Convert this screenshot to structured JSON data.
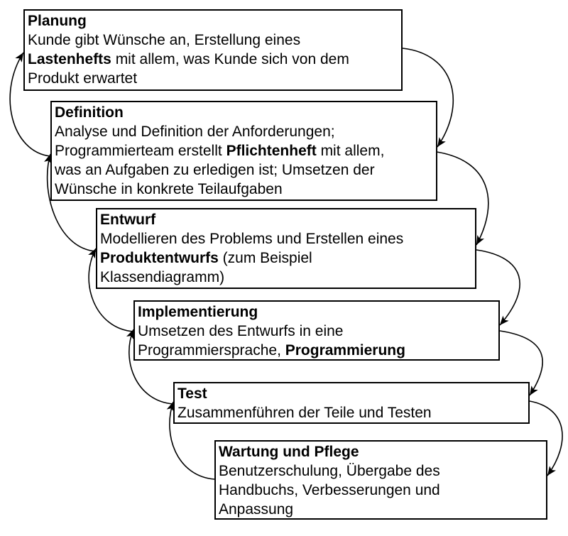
{
  "diagram": {
    "colors": {
      "background": "#ffffff",
      "box_border": "#000000",
      "text": "#000000",
      "arrow": "#000000"
    },
    "boxes": [
      {
        "id": "planung",
        "title": "Planung",
        "lines": [
          [
            {
              "text": "Kunde gibt Wünsche an, Erstellung eines",
              "bold": false
            }
          ],
          [
            {
              "text": "Lastenhefts",
              "bold": true
            },
            {
              "text": " mit allem, was Kunde sich von dem",
              "bold": false
            }
          ],
          [
            {
              "text": "Produkt erwartet",
              "bold": false
            }
          ]
        ]
      },
      {
        "id": "definition",
        "title": "Definition",
        "lines": [
          [
            {
              "text": "Analyse und Definition der Anforderungen;",
              "bold": false
            }
          ],
          [
            {
              "text": "Programmierteam erstellt ",
              "bold": false
            },
            {
              "text": "Pflichtenheft",
              "bold": true
            },
            {
              "text": " mit allem,",
              "bold": false
            }
          ],
          [
            {
              "text": "was an Aufgaben zu erledigen ist; Umsetzen der",
              "bold": false
            }
          ],
          [
            {
              "text": "Wünsche in konkrete Teilaufgaben",
              "bold": false
            }
          ]
        ]
      },
      {
        "id": "entwurf",
        "title": "Entwurf",
        "lines": [
          [
            {
              "text": "Modellieren des Problems und Erstellen eines",
              "bold": false
            }
          ],
          [
            {
              "text": "Produktentwurfs",
              "bold": true
            },
            {
              "text": " (zum Beispiel",
              "bold": false
            }
          ],
          [
            {
              "text": "Klassendiagramm)",
              "bold": false
            }
          ]
        ]
      },
      {
        "id": "implementierung",
        "title": "Implementierung",
        "lines": [
          [
            {
              "text": "Umsetzen des Entwurfs in eine",
              "bold": false
            }
          ],
          [
            {
              "text": "Programmiersprache, ",
              "bold": false
            },
            {
              "text": "Programmierung",
              "bold": true
            }
          ]
        ]
      },
      {
        "id": "test",
        "title": "Test",
        "lines": [
          [
            {
              "text": "Zusammenführen der Teile und Testen",
              "bold": false
            }
          ]
        ]
      },
      {
        "id": "wartung",
        "title": "Wartung und Pflege",
        "lines": [
          [
            {
              "text": "Benutzerschulung, Übergabe des",
              "bold": false
            }
          ],
          [
            {
              "text": "Handbuchs, Verbesserungen und",
              "bold": false
            }
          ],
          [
            {
              "text": "Anpassung",
              "bold": false
            }
          ]
        ]
      }
    ],
    "connections": [
      {
        "from": "Planung",
        "to": "Definition",
        "direction": "forward"
      },
      {
        "from": "Definition",
        "to": "Entwurf",
        "direction": "forward"
      },
      {
        "from": "Entwurf",
        "to": "Implementierung",
        "direction": "forward"
      },
      {
        "from": "Implementierung",
        "to": "Test",
        "direction": "forward"
      },
      {
        "from": "Test",
        "to": "Wartung und Pflege",
        "direction": "forward"
      },
      {
        "from": "Definition",
        "to": "Planung",
        "direction": "feedback"
      },
      {
        "from": "Entwurf",
        "to": "Definition",
        "direction": "feedback"
      },
      {
        "from": "Implementierung",
        "to": "Entwurf",
        "direction": "feedback"
      },
      {
        "from": "Test",
        "to": "Implementierung",
        "direction": "feedback"
      },
      {
        "from": "Wartung und Pflege",
        "to": "Test",
        "direction": "feedback"
      }
    ]
  }
}
